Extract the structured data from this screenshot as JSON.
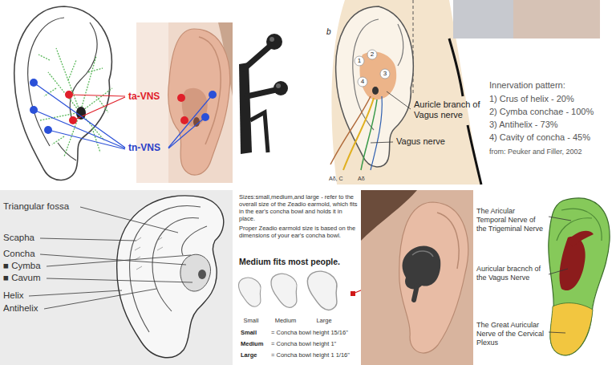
{
  "diagram": {
    "labels": [
      "ta-VNS",
      "tn-VNS",
      "b",
      "1",
      "2",
      "3",
      "4",
      "Auricle branch of Vagus nerve",
      "Vagus nerve",
      "Aδ, C",
      "Aδ",
      "Innervation pattern:",
      "1) Crus of helix - 20%",
      "2) Cymba conchae - 100%",
      "3) Antihelix - 73%",
      "4) Cavity of concha - 45%",
      "from: Peuker and Filler, 2002",
      "Triangular fossa",
      "Scapha",
      "Concha",
      "■ Cymba",
      "■ Cavum",
      "Helix",
      "Antihelix",
      "Sizes:small,medium,and large - refer to the overall size of the Zeadio earmold, which fits in the ear's concha bowl and holds it in place.",
      "Proper Zeadio earmold size is based on the dimensions of your ear's concha bowl.",
      "Medium fits most people.",
      "Small",
      "Medium",
      "Large",
      "Small",
      "= Concha bowl height 15/16\"",
      "Medium",
      "= Concha bowl height 1\"",
      "Large",
      "= Concha bowl height 1 1/16\"",
      "The Aricular Temporal Nerve of the Trigeminal Nerve",
      "Auricular bracnch of the Vagus Nerve",
      "The Great Auricular Nerve of the Cervical Plexus"
    ]
  }
}
